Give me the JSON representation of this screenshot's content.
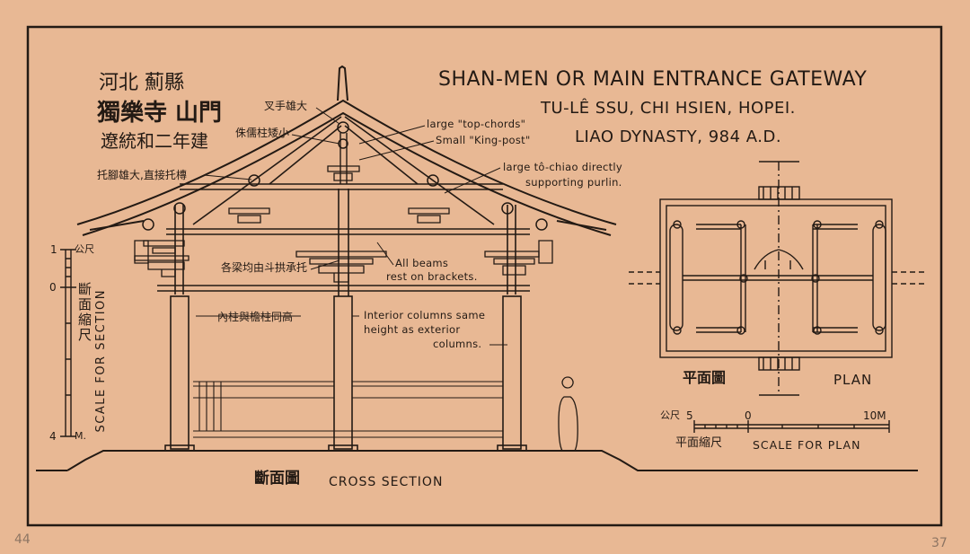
{
  "title": {
    "line1": "SHAN-MEN OR MAIN ENTRANCE GATEWAY",
    "line2": "TU-LÊ SSU, CHI HSIEN, HOPEI.",
    "line3": "LIAO DYNASTY, 984 A.D."
  },
  "chinese_title": {
    "line1": "河北 薊縣",
    "line2": "獨樂寺 山門",
    "line3": "遼統和二年建"
  },
  "annotations": {
    "cn_top_chord": "叉手雄大",
    "cn_king_post": "侏儒柱矮小",
    "cn_tuo_jiao": "托腳雄大,直接托槫",
    "cn_beams": "各梁均由斗拱承托",
    "cn_columns": "內柱與檐柱同高",
    "en_top_chords": "large \"top-chords\"",
    "en_king_post": "Small \"King-post\"",
    "en_tuo_jiao_1": "large tô-chiao directly",
    "en_tuo_jiao_2": "supporting purlin.",
    "en_beams_1": "All beams",
    "en_beams_2": "rest on brackets.",
    "en_columns_1": "Interior columns same",
    "en_columns_2": "height as exterior",
    "en_columns_3": "columns."
  },
  "section_scale": {
    "top": "1",
    "top_unit": "公尺",
    "zero": "0",
    "bottom": "4",
    "bottom_unit": "M.",
    "cn_label": "斷面縮尺",
    "en_label": "SCALE FOR SECTION"
  },
  "section_caption": {
    "cn": "斷面圖",
    "en": "CROSS SECTION"
  },
  "plan_caption": {
    "cn": "平面圖",
    "en": "PLAN"
  },
  "plan_scale": {
    "left": "5",
    "left_unit": "公尺",
    "mid": "0",
    "right": "10M",
    "cn_label": "平面縮尺",
    "en_label": "SCALE FOR PLAN"
  },
  "page_numbers": {
    "left": "44",
    "right": "37"
  },
  "colors": {
    "paper": "#e8b894",
    "ink": "#231a14",
    "pencil": "#8d7563"
  }
}
